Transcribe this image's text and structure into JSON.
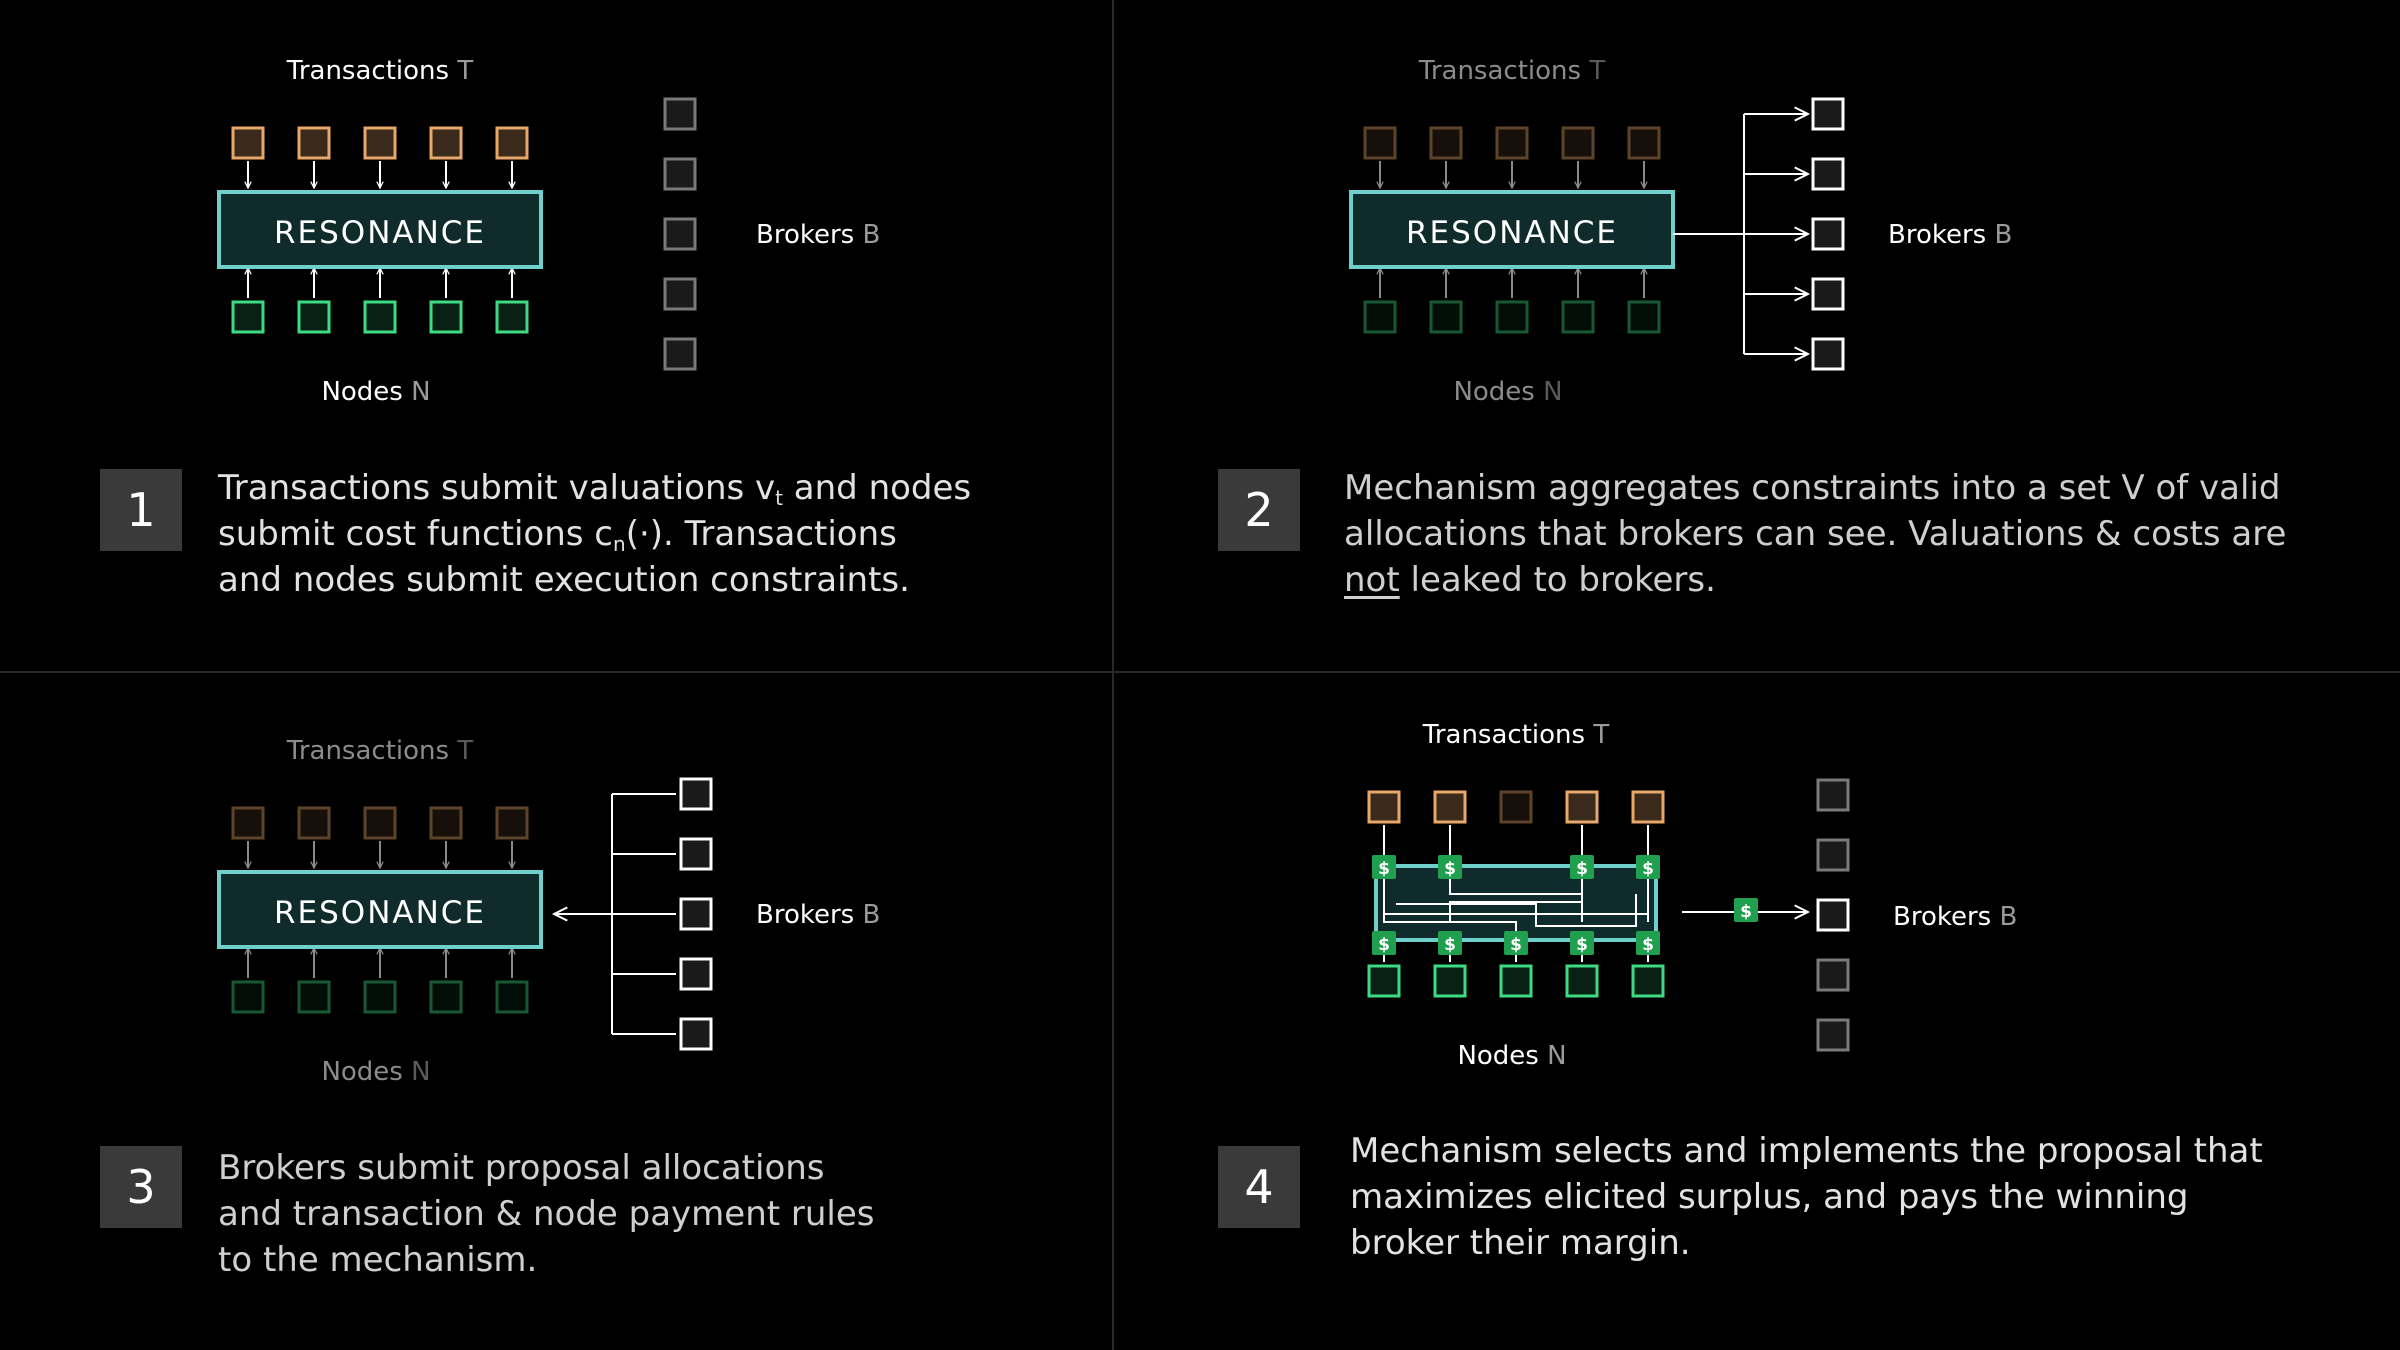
{
  "labels": {
    "transactions": "Transactions",
    "transactions_sym": "T",
    "nodes": "Nodes",
    "nodes_sym": "N",
    "brokers": "Brokers",
    "brokers_sym": "B",
    "mechanism": "RESONANCE",
    "payment_symbol": "$"
  },
  "colors": {
    "background": "#000000",
    "transaction": "#e7a86a",
    "node": "#3ddc84",
    "resonance_border": "#6ecfcb",
    "resonance_fill": "#0f2b2c",
    "broker": "#ffffff",
    "payment": "#20a04e"
  },
  "steps": [
    {
      "number": "1",
      "line1_pre": "Transactions submit valuations v",
      "line1_sub": "t",
      "line1_post": " and nodes",
      "line2_pre": "submit cost functions c",
      "line2_sub": "n",
      "line2_post": "(·). Transactions",
      "line3": "and nodes submit execution constraints."
    },
    {
      "number": "2",
      "line1": "Mechanism aggregates constraints into a set V of valid",
      "line2": "allocations that brokers can see. Valuations & costs are",
      "line3_underlined": "not",
      "line3_rest": " leaked to brokers."
    },
    {
      "number": "3",
      "line1": "Brokers submit proposal allocations",
      "line2": "and transaction & node payment rules",
      "line3": "to the mechanism."
    },
    {
      "number": "4",
      "line1": "Mechanism selects and implements the proposal that",
      "line2": "maximizes elicited surplus, and pays the winning",
      "line3": "broker their margin."
    }
  ]
}
